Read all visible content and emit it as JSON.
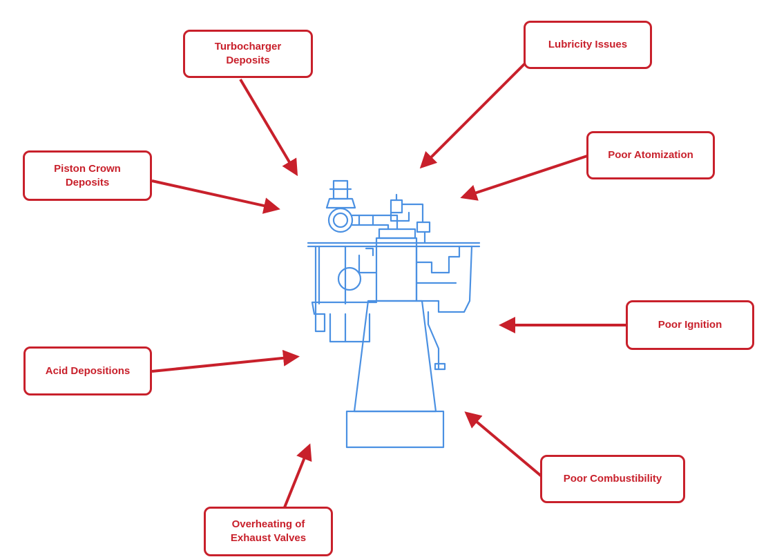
{
  "diagram": {
    "boxes": [
      {
        "id": "turbocharger",
        "label": "Turbocharger\nDeposits"
      },
      {
        "id": "lubricity",
        "label": "Lubricity Issues"
      },
      {
        "id": "piston",
        "label": "Piston Crown\nDeposits"
      },
      {
        "id": "atomization",
        "label": "Poor Atomization"
      },
      {
        "id": "ignition",
        "label": "Poor Ignition"
      },
      {
        "id": "acid",
        "label": "Acid Depositions"
      },
      {
        "id": "combustibility",
        "label": "Poor Combustibility"
      },
      {
        "id": "exhaust",
        "label": "Overheating of\nExhaust Valves"
      }
    ],
    "colors": {
      "box_border": "#c8202b",
      "box_text": "#c8202b",
      "arrow": "#c8202b",
      "engine_line": "#4a90e2"
    }
  }
}
